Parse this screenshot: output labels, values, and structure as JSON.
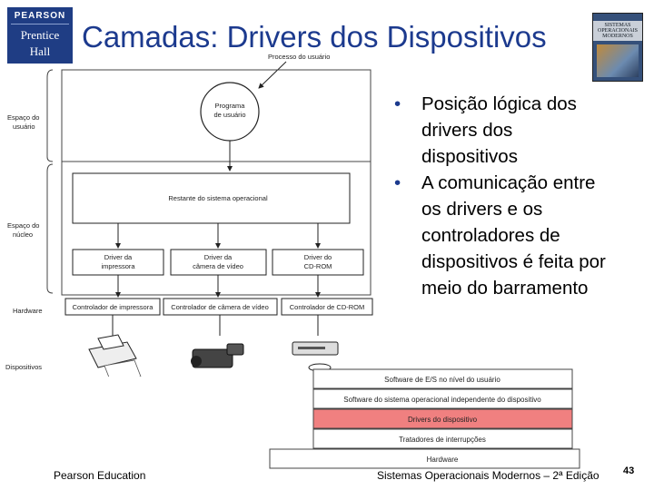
{
  "logo": {
    "brand": "PEARSON",
    "line1": "Prentice",
    "line2": "Hall"
  },
  "title": "Camadas: Drivers dos Dispositivos",
  "book_cover": {
    "title": "SISTEMAS OPERACIONAIS MODERNOS"
  },
  "bullets": [
    "Posição lógica dos drivers dos dispositivos",
    "A comunicação entre os drivers e os controladores de dispositivos é feita por meio do barramento"
  ],
  "diagram": {
    "user_process": "Processo do usuário",
    "program_line1": "Programa",
    "program_line2": "de usuário",
    "os_rest": "Restante do sistema operacional",
    "drivers": [
      {
        "line1": "Driver da",
        "line2": "impressora"
      },
      {
        "line1": "Driver da",
        "line2": "câmera de vídeo"
      },
      {
        "line1": "Driver do",
        "line2": "CD-ROM"
      }
    ],
    "controllers": [
      "Controlador de impressora",
      "Controlador de câmera de vídeo",
      "Controlador de CD-ROM"
    ],
    "side_labels": {
      "user_space_1": "Espaço do",
      "user_space_2": "usuário",
      "kernel_space_1": "Espaço do",
      "kernel_space_2": "núcleo",
      "hardware": "Hardware",
      "devices": "Dispositivos"
    }
  },
  "layers": [
    {
      "label": "Software de E/S no nível do usuário",
      "highlight": false
    },
    {
      "label": "Software do sistema operacional independente do dispositivo",
      "highlight": false
    },
    {
      "label": "Drivers do dispositivo",
      "highlight": true
    },
    {
      "label": "Tratadores de interrupções",
      "highlight": false
    },
    {
      "label": "Hardware",
      "highlight": false
    }
  ],
  "colors": {
    "title": "#1c3a8e",
    "highlight": "#f08080"
  },
  "footer": {
    "left": "Pearson Education",
    "center": "Sistemas Operacionais Modernos – 2ª Edição",
    "page": "43"
  }
}
